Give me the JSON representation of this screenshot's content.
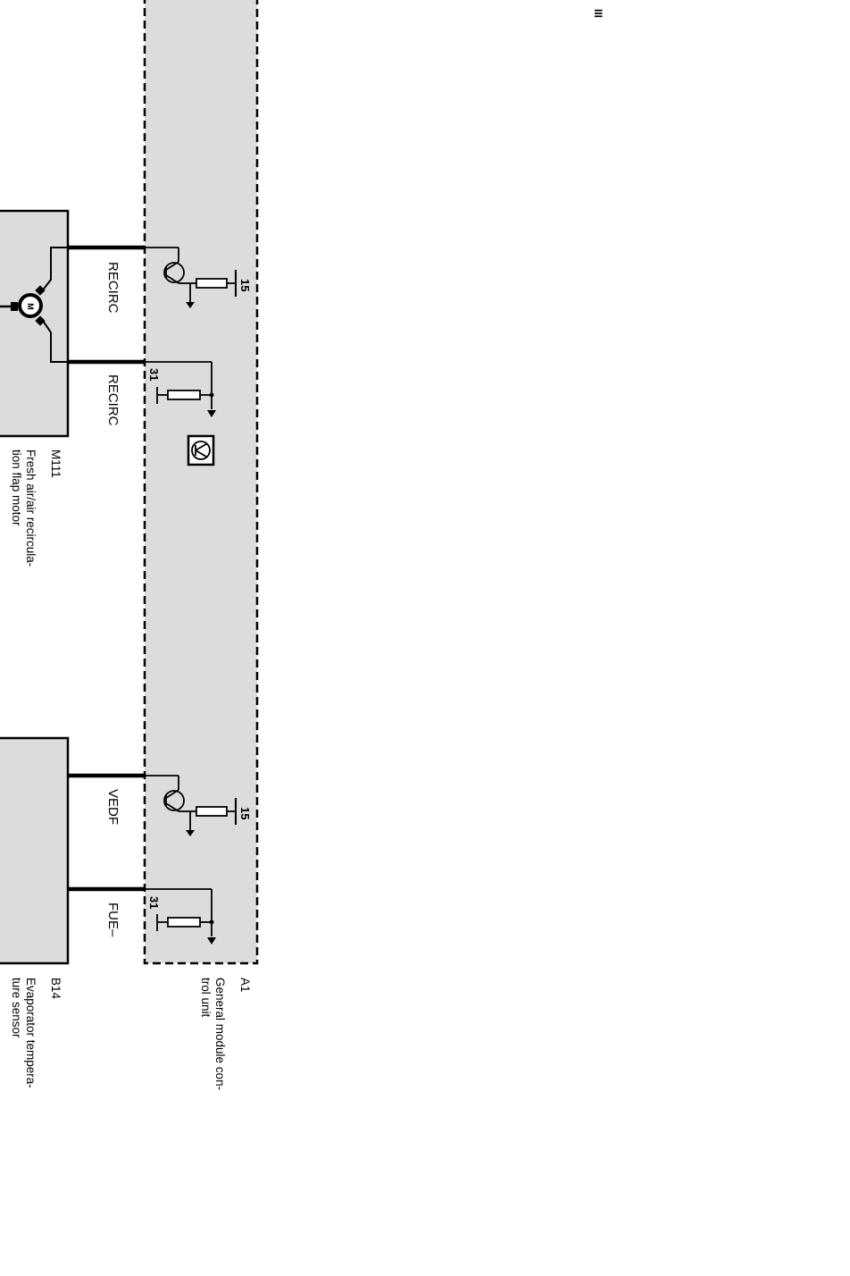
{
  "page_marker": "III",
  "components": {
    "m111": {
      "id": "M111",
      "desc1": "Fresh air/air recircula-",
      "desc2": "tion flap motor",
      "motor_symbol": "M"
    },
    "b14": {
      "id": "B14",
      "desc1": "Evaporator tempera-",
      "desc2": "ture sensor"
    },
    "a1": {
      "id": "A1",
      "desc1": "General module con-",
      "desc2": "trol unit"
    }
  },
  "wires": {
    "recirc_1": "RECIRC",
    "recirc_2": "RECIRC",
    "vedf": "VEDF",
    "fue": "FUE–"
  },
  "pins": {
    "t15_top": "15",
    "t31_top": "31",
    "t15_bottom": "15",
    "t31_bottom": "31"
  },
  "icons": {
    "control_unit_symbol": "transistor-in-box-icon",
    "transistor": "npn-transistor-icon",
    "resistor": "resistor-icon",
    "ground": "ground-arrow-icon"
  },
  "colors": {
    "module_fill": "#dcdcdc",
    "component_fill": "#dcdcdc",
    "line": "#000000",
    "background": "#ffffff"
  }
}
